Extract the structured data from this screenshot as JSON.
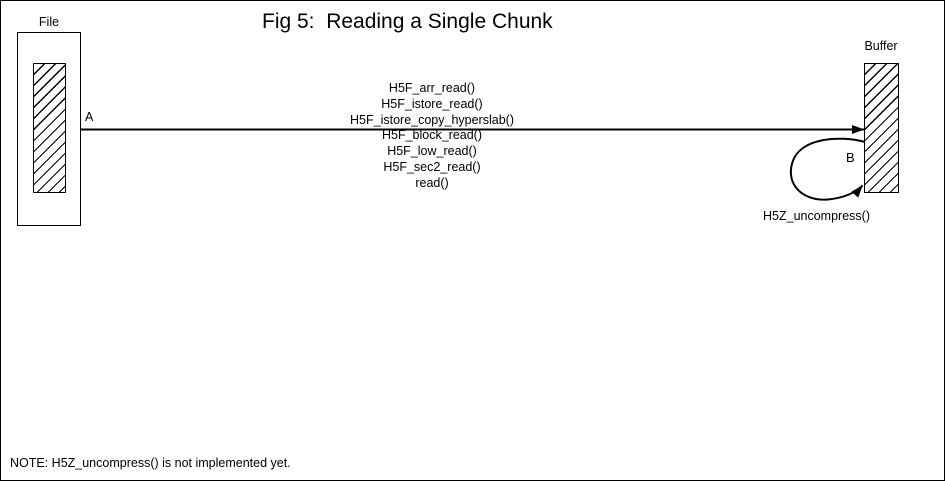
{
  "title": "Fig 5:  Reading a Single Chunk",
  "file_box": {
    "label": "File"
  },
  "buffer_box": {
    "label": "Buffer"
  },
  "arrow_a": {
    "label": "A"
  },
  "arrow_b": {
    "label": "B",
    "caption": "H5Z_uncompress()"
  },
  "call_stack": {
    "lines": [
      "H5F_arr_read()",
      "H5F_istore_read()",
      "H5F_istore_copy_hyperslab()",
      "H5F_block_read()",
      "H5F_low_read()",
      "H5F_sec2_read()",
      "read()"
    ]
  },
  "note": "NOTE: H5Z_uncompress() is not implemented yet.",
  "colors": {
    "ink": "#000000",
    "paper": "#ffffff"
  }
}
